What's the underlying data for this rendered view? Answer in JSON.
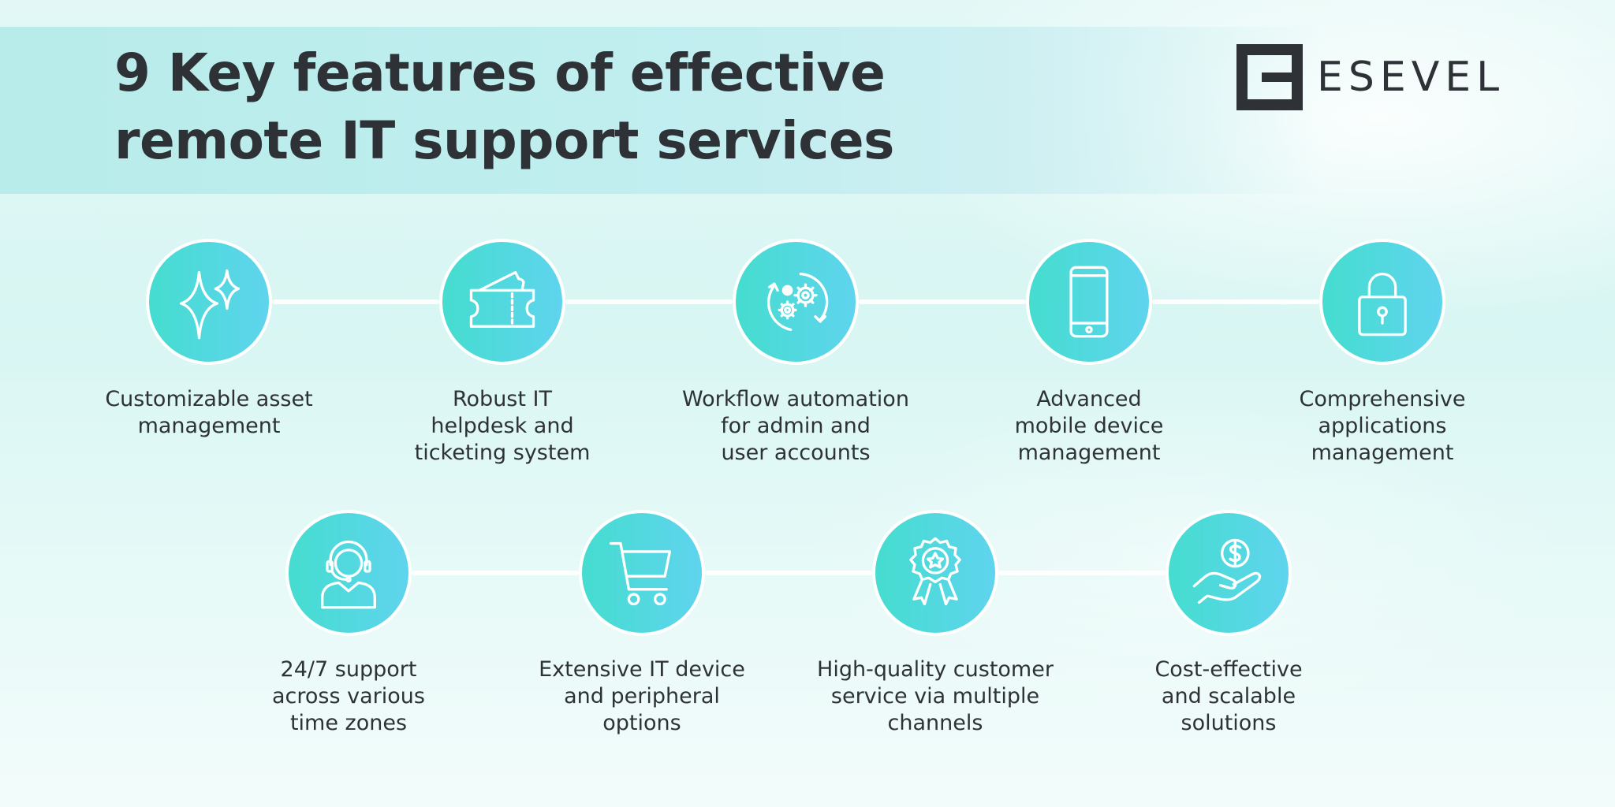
{
  "header": {
    "title": "9 Key features of effective remote IT support services",
    "brand": "ESEVEL"
  },
  "colors": {
    "icon_gradient_start": "#45ddcf",
    "icon_gradient_end": "#5fd4ee",
    "text": "#2e3236",
    "connector": "#ffffff"
  },
  "features": [
    {
      "icon": "sparkles-icon",
      "label": "Customizable asset\nmanagement"
    },
    {
      "icon": "ticket-icon",
      "label": "Robust IT\nhelpdesk and\nticketing system"
    },
    {
      "icon": "gears-cycle-icon",
      "label": "Workflow automation\nfor admin and\nuser accounts"
    },
    {
      "icon": "smartphone-icon",
      "label": "Advanced\nmobile device\nmanagement"
    },
    {
      "icon": "padlock-icon",
      "label": "Comprehensive\napplications\nmanagement"
    },
    {
      "icon": "headset-agent-icon",
      "label": "24/7 support\nacross various\ntime zones"
    },
    {
      "icon": "shopping-cart-icon",
      "label": "Extensive IT device\nand peripheral\noptions"
    },
    {
      "icon": "award-ribbon-icon",
      "label": "High-quality customer\nservice via multiple\nchannels"
    },
    {
      "icon": "hand-coin-icon",
      "label": "Cost-effective\nand scalable\nsolutions"
    }
  ]
}
